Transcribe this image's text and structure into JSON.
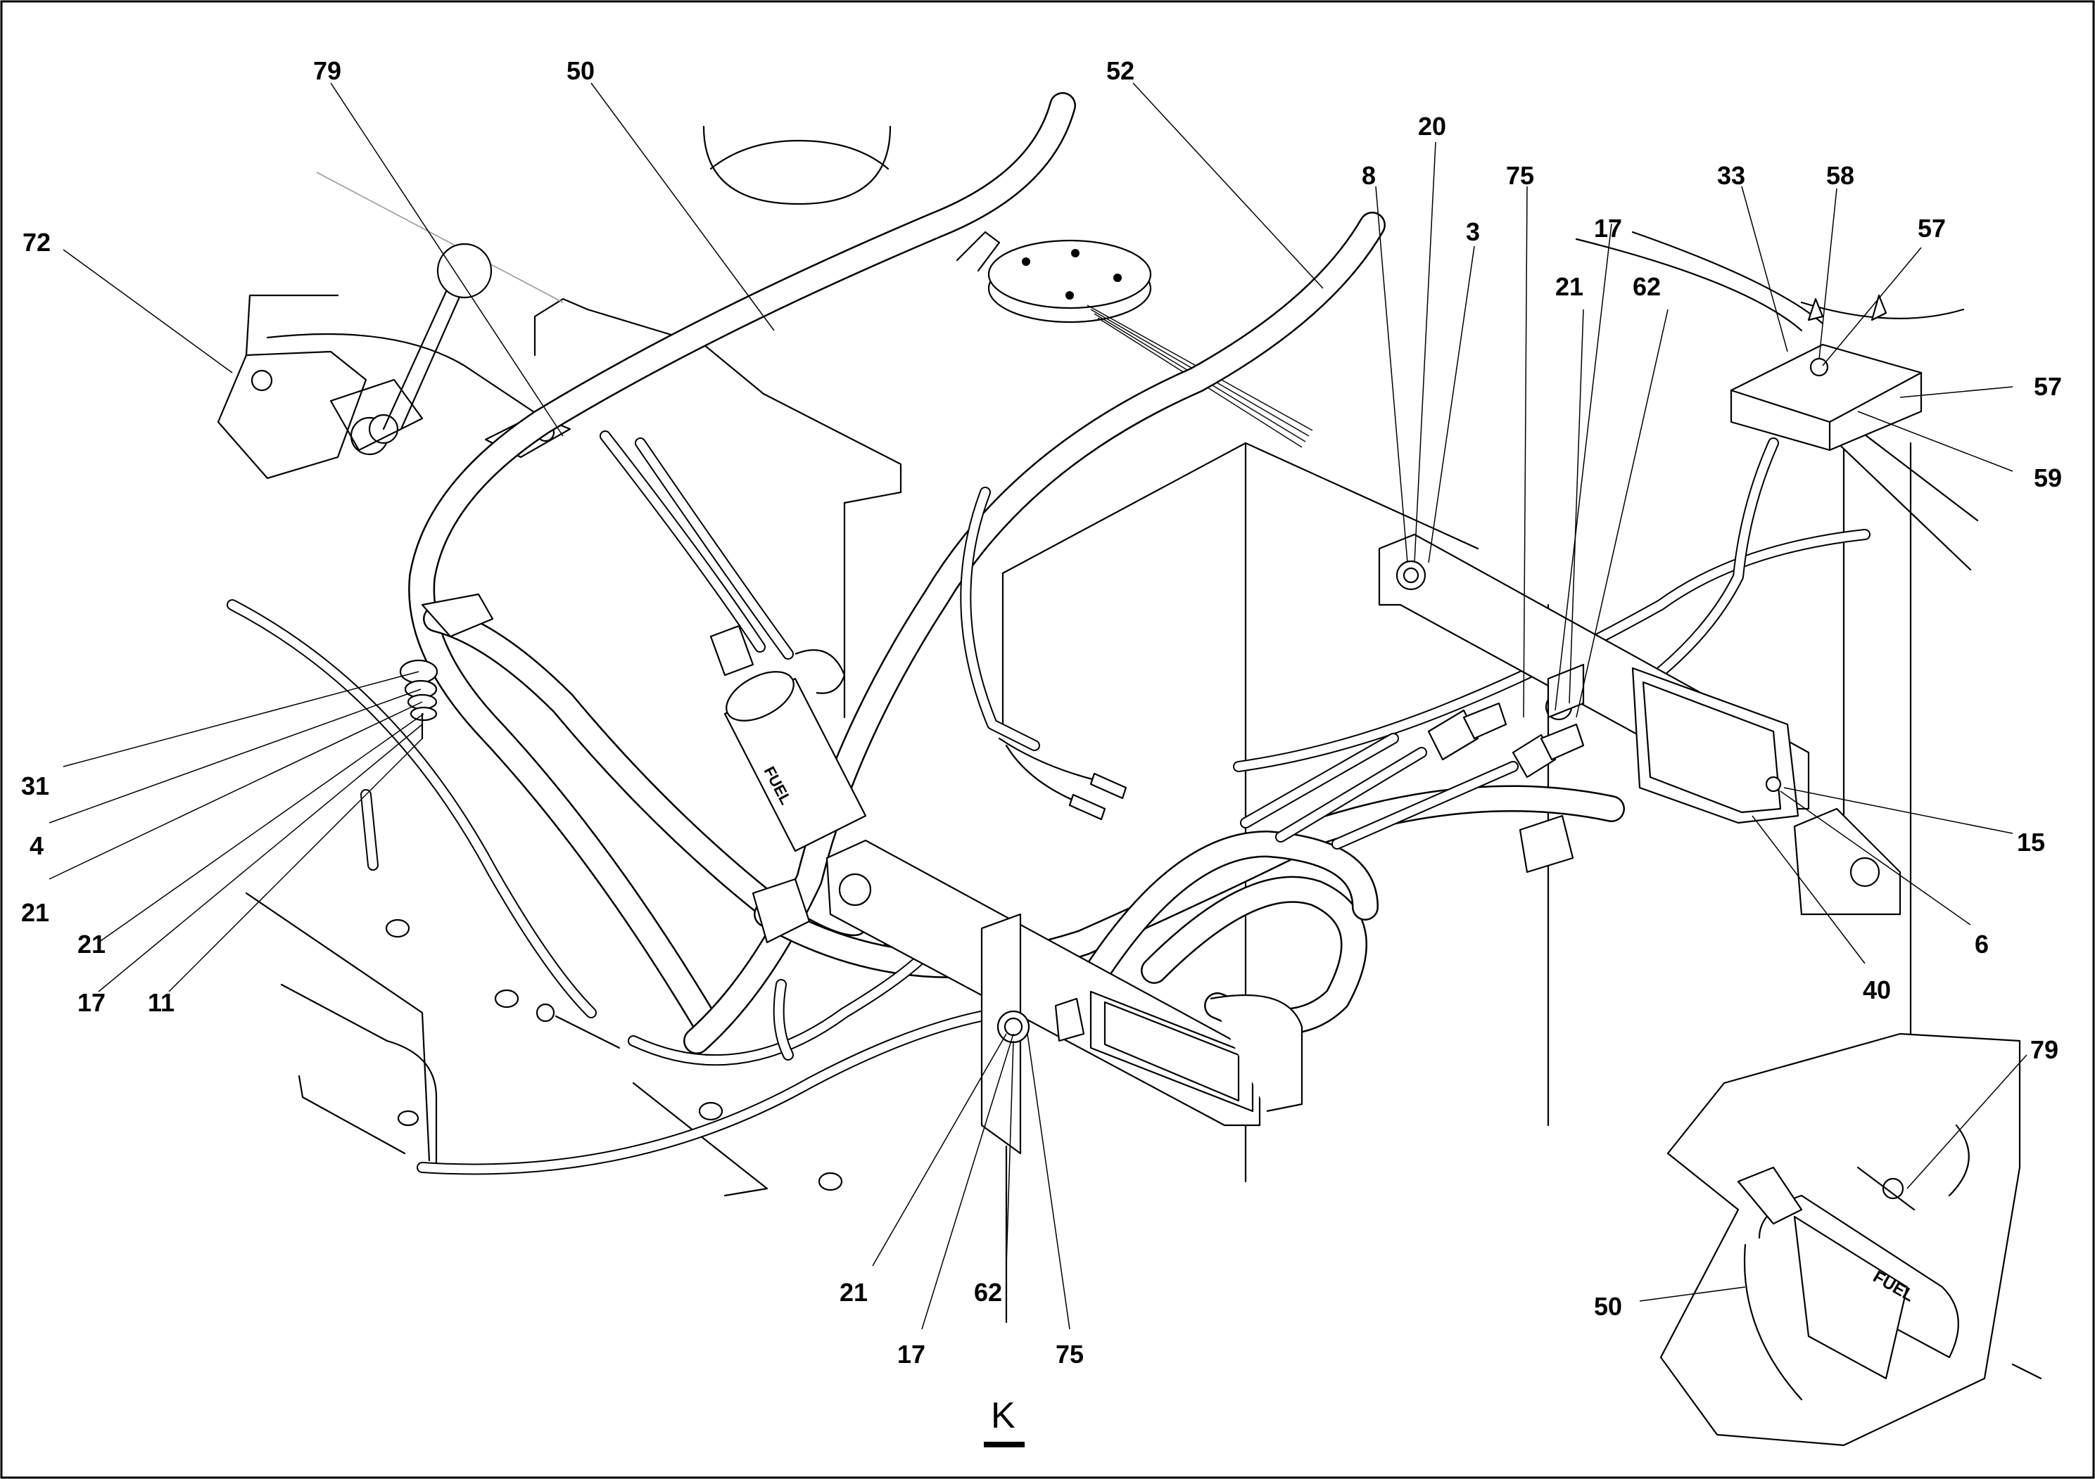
{
  "view_label": "K",
  "callouts": [
    {
      "id": "c79a",
      "text": "79"
    },
    {
      "id": "c50a",
      "text": "50"
    },
    {
      "id": "c52",
      "text": "52"
    },
    {
      "id": "c20",
      "text": "20"
    },
    {
      "id": "c8",
      "text": "8"
    },
    {
      "id": "c75a",
      "text": "75"
    },
    {
      "id": "c3",
      "text": "3"
    },
    {
      "id": "c33",
      "text": "33"
    },
    {
      "id": "c58",
      "text": "58"
    },
    {
      "id": "c17a",
      "text": "17"
    },
    {
      "id": "c57a",
      "text": "57"
    },
    {
      "id": "c21a",
      "text": "21"
    },
    {
      "id": "c62a",
      "text": "62"
    },
    {
      "id": "c72",
      "text": "72"
    },
    {
      "id": "c57b",
      "text": "57"
    },
    {
      "id": "c59",
      "text": "59"
    },
    {
      "id": "c31",
      "text": "31"
    },
    {
      "id": "c4",
      "text": "4"
    },
    {
      "id": "c21b",
      "text": "21"
    },
    {
      "id": "c21c",
      "text": "21"
    },
    {
      "id": "c17b",
      "text": "17"
    },
    {
      "id": "c11",
      "text": "11"
    },
    {
      "id": "c15",
      "text": "15"
    },
    {
      "id": "c6",
      "text": "6"
    },
    {
      "id": "c40",
      "text": "40"
    },
    {
      "id": "c79b",
      "text": "79"
    },
    {
      "id": "c21d",
      "text": "21"
    },
    {
      "id": "c62b",
      "text": "62"
    },
    {
      "id": "c17c",
      "text": "17"
    },
    {
      "id": "c75b",
      "text": "75"
    },
    {
      "id": "c50b",
      "text": "50"
    }
  ],
  "filter_marking": "FUEL"
}
